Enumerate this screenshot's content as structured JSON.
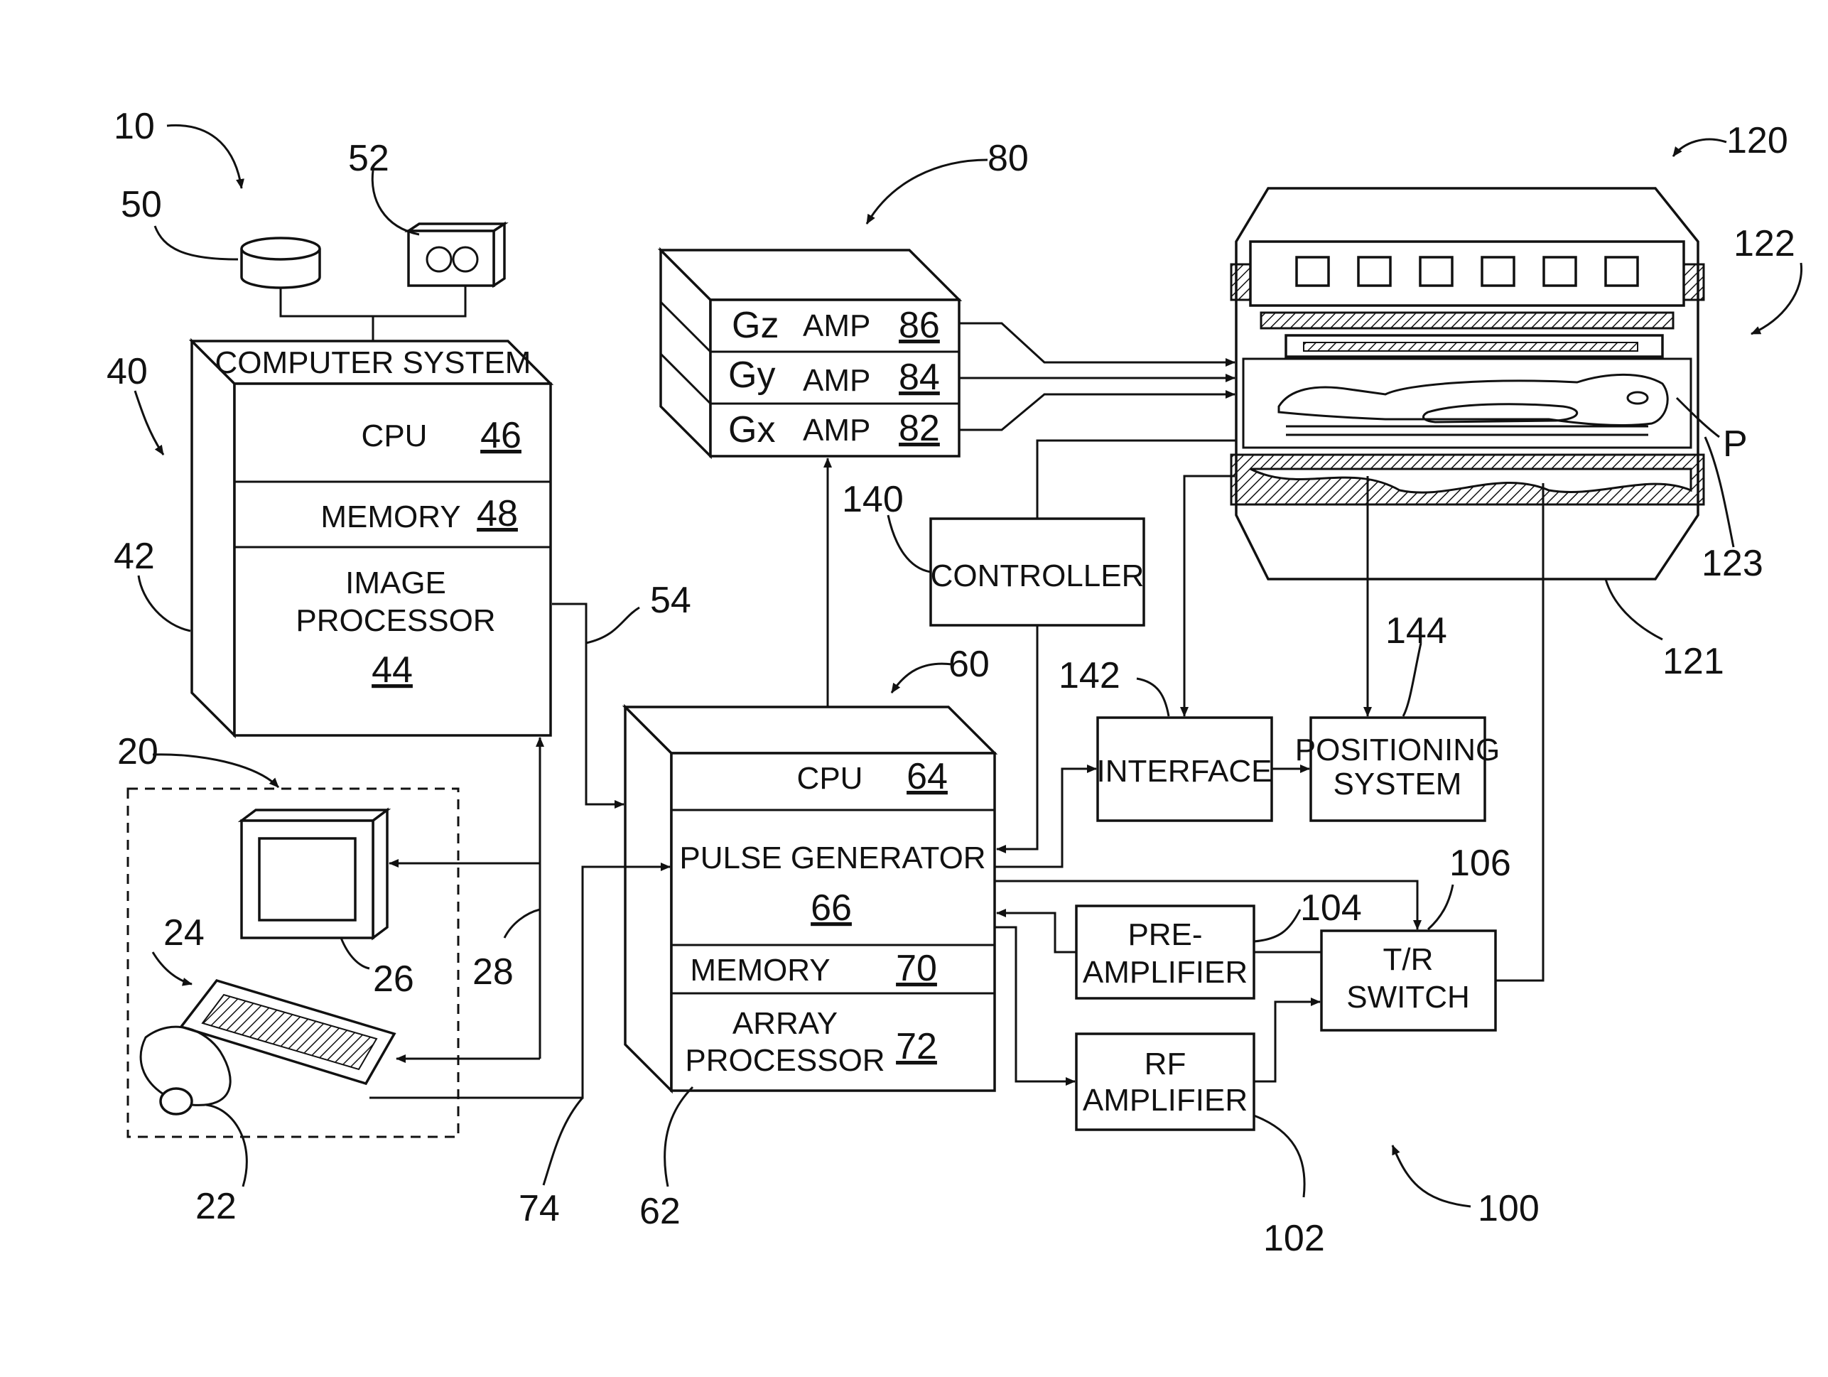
{
  "colors": {
    "ink": "#111111",
    "background": "#ffffff"
  },
  "refs": {
    "r10": "10",
    "r50": "50",
    "r52": "52",
    "r40": "40",
    "r42": "42",
    "r20": "20",
    "r24": "24",
    "r26": "26",
    "r28": "28",
    "r22": "22",
    "r54": "54",
    "r74": "74",
    "r60": "60",
    "r62": "62",
    "r80": "80",
    "r140": "140",
    "r142": "142",
    "r144": "144",
    "r120": "120",
    "r122": "122",
    "r123": "123",
    "r121": "121",
    "rP": "P",
    "r100": "100",
    "r102": "102",
    "r104": "104",
    "r106": "106"
  },
  "computer_system": {
    "title": "COMPUTER SYSTEM",
    "cpu": "CPU",
    "cpu_num": "46",
    "memory": "MEMORY",
    "memory_num": "48",
    "image_processor_1": "IMAGE",
    "image_processor_2": "PROCESSOR",
    "image_processor_num": "44"
  },
  "gradient_amps": {
    "gz": "Gz",
    "gy": "Gy",
    "gx": "Gx",
    "amp": "AMP",
    "gz_num": "86",
    "gy_num": "84",
    "gx_num": "82"
  },
  "controller": "CONTROLLER",
  "interface": "INTERFACE",
  "positioning_1": "POSITIONING",
  "positioning_2": "SYSTEM",
  "system_control": {
    "cpu": "CPU",
    "cpu_num": "64",
    "pulse_generator": "PULSE GENERATOR",
    "pulse_generator_num": "66",
    "memory": "MEMORY",
    "memory_num": "70",
    "array_1": "ARRAY",
    "array_2": "PROCESSOR",
    "array_num": "72"
  },
  "preamp_1": "PRE-",
  "preamp_2": "AMPLIFIER",
  "rfamp_1": "RF",
  "rfamp_2": "AMPLIFIER",
  "tr_1": "T/R",
  "tr_2": "SWITCH"
}
